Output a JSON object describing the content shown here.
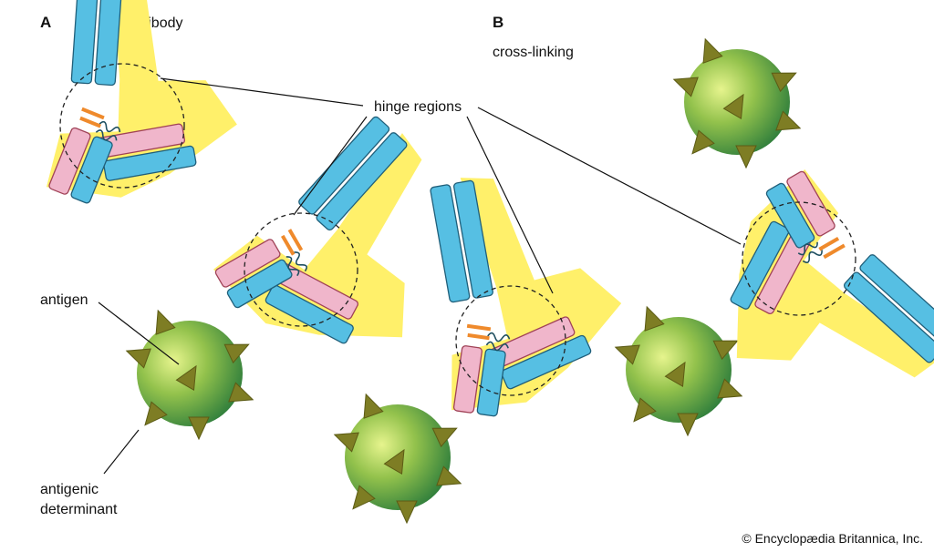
{
  "panels": {
    "a": {
      "letter": "A",
      "title": "antibody"
    },
    "b": {
      "letter": "B",
      "title": "cross-linking"
    }
  },
  "labels": {
    "hinge": "hinge regions",
    "antigen": "antigen",
    "determinant_line1": "antigenic",
    "determinant_line2": "determinant"
  },
  "credit": "© Encyclopædia Britannica, Inc.",
  "colors": {
    "heavy_chain": "#56bfe3",
    "light_chain": "#f0b6cb",
    "halo": "#fff06a",
    "antigen_light": "#d6ec7a",
    "antigen_dark": "#2e7d3c",
    "determinant": "#7e7d24",
    "disulfide": "#ef8a2c"
  }
}
